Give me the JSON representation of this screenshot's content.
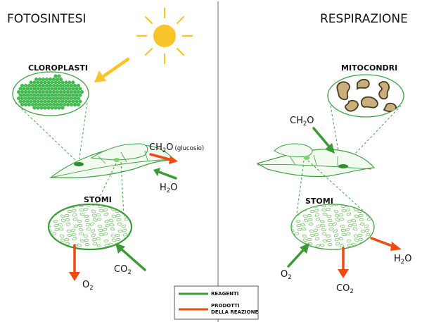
{
  "left": {
    "title": "FOTOSINTESI",
    "organelle_label": "CLOROPLASTI",
    "stomata_label": "STOMI",
    "leaf_in": {
      "base": "H",
      "sub": "2",
      "tail": "O"
    },
    "leaf_out": {
      "pre": "CH",
      "sub": "2",
      "post": "O",
      "note": "(glucosio)"
    },
    "stoma_in": {
      "base": "CO",
      "sub": "2"
    },
    "stoma_out": {
      "base": "O",
      "sub": "2"
    }
  },
  "right": {
    "title": "RESPIRAZIONE",
    "organelle_label": "MITOCONDRI",
    "stomata_label": "STOMI",
    "leaf_in": {
      "pre": "CH",
      "sub": "2",
      "post": "O"
    },
    "stoma_in": {
      "base": "O",
      "sub": "2"
    },
    "stoma_out_co2": {
      "base": "CO",
      "sub": "2"
    },
    "stoma_out_h2o": {
      "base": "H",
      "sub": "2",
      "tail": "O"
    }
  },
  "legend": {
    "reagents": "REAGENTI",
    "products_line1": "PRODOTTI",
    "products_line2": "DELLA REAZIONE"
  },
  "colors": {
    "reagent_arrow": "#3a9a35",
    "product_arrow": "#f04a14",
    "sun": "#f9c42a",
    "moon": "#c5c6b5",
    "leaf_fill": "#f3fbf0",
    "leaf_stroke": "#3fa043",
    "chloroplast": "#3cc04a",
    "mitochondria": "#c9b07a"
  },
  "icons": {
    "sun": "sun-icon",
    "moon": "crescent-moon-icon"
  }
}
